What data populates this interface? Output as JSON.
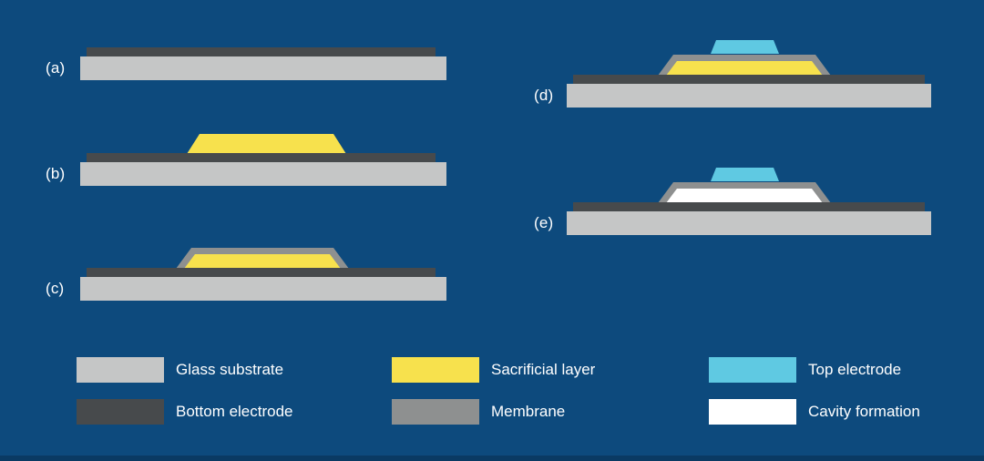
{
  "figure": {
    "description": "Layered microfabrication process cross-sections, steps (a) through (e), with material legend"
  },
  "colors": {
    "background": "#0d4a7d",
    "footer": "#0a3a63",
    "text": "#ffffff",
    "glass_substrate": "#c5c6c6",
    "bottom_electrode": "#474a4c",
    "sacrificial_layer": "#f7e14d",
    "membrane": "#8e9090",
    "top_electrode": "#5fc9e2",
    "cavity": "#ffffff"
  },
  "panels": [
    {
      "id": "a",
      "label": "(a)"
    },
    {
      "id": "b",
      "label": "(b)"
    },
    {
      "id": "c",
      "label": "(c)"
    },
    {
      "id": "d",
      "label": "(d)"
    },
    {
      "id": "e",
      "label": "(e)"
    }
  ],
  "legend": [
    {
      "label": "Glass substrate",
      "color_key": "glass_substrate"
    },
    {
      "label": "Bottom electrode",
      "color_key": "bottom_electrode"
    },
    {
      "label": "Sacrificial layer",
      "color_key": "sacrificial_layer"
    },
    {
      "label": "Membrane",
      "color_key": "membrane"
    },
    {
      "label": "Top electrode",
      "color_key": "top_electrode"
    },
    {
      "label": "Cavity formation",
      "color_key": "cavity"
    }
  ]
}
